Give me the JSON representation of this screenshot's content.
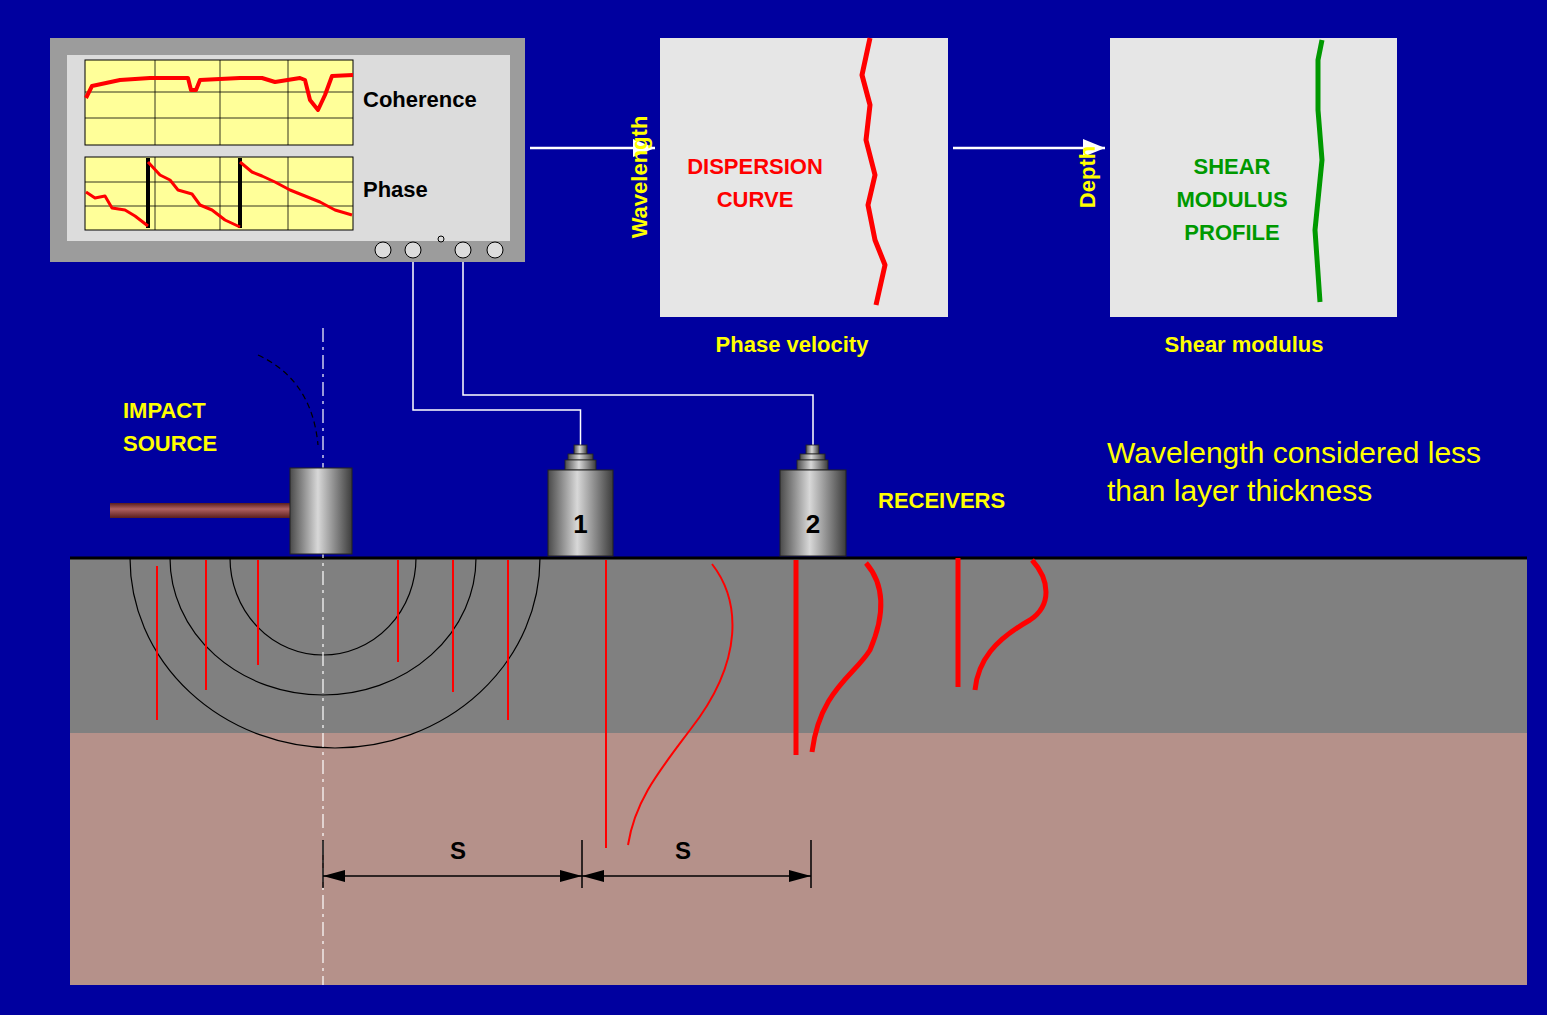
{
  "diagram": {
    "nodes": [
      {
        "text": [
          "Coherence",
          "Phase"
        ]
      },
      {
        "text": [
          "Wavelength",
          "DISPERSION CURVE",
          "Phase velocity"
        ]
      },
      {
        "text": [
          "Depth",
          "SHEAR MODULUS PROFILE",
          "Shear modulus"
        ]
      },
      {
        "text": [
          "1"
        ]
      },
      {
        "text": [
          "2"
        ]
      }
    ],
    "edges": [
      {
        "from": 0,
        "to": 1,
        "arrow": "to"
      },
      {
        "from": 1,
        "to": 2,
        "arrow": "to"
      },
      {
        "from": 0,
        "to": 3,
        "arrow": "none"
      },
      {
        "from": 0,
        "to": 4,
        "arrow": "none"
      }
    ],
    "labels": [
      "IMPACT SOURCE",
      "RECEIVERS",
      "Wavelength considered less than layer thickness",
      "S",
      "S"
    ]
  }
}
